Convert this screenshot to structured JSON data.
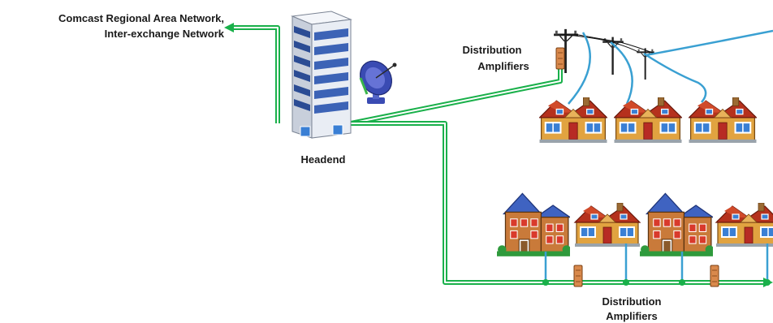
{
  "labels": {
    "network_line1": "Comcast Regional Area Network,",
    "network_line2": "Inter-exchange Network",
    "headend": "Headend",
    "top_amp_line1": "Distribution",
    "top_amp_line2": "Amplifiers",
    "bottom_amp_line1": "Distribution",
    "bottom_amp_line2": "Amplifiers"
  },
  "colors": {
    "trunk_line": "#19b04a",
    "drop_cable": "#3aa0d2",
    "building_blue": "#3c63b6",
    "building_white": "#e9edf4",
    "house_wall": "#e1a340",
    "house_roof": "#b5311d",
    "brick_house": "#c97a3a",
    "brick_roof": "#3f63c1",
    "amplifier": "#d9894c",
    "dish": "#3a4bb3",
    "pole": "#222222"
  },
  "icons": {
    "headend": "office-building-icon",
    "satellite": "satellite-dish-icon",
    "utility_pole": "utility-pole-icon",
    "house": "house-icon",
    "brick_house": "brick-house-icon",
    "amplifier": "amplifier-box-icon"
  }
}
